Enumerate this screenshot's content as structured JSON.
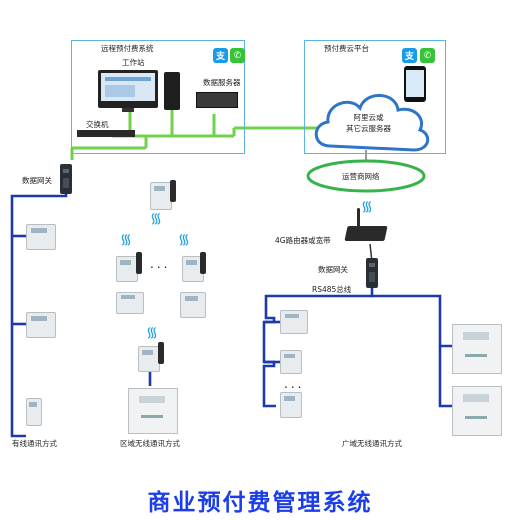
{
  "labels": {
    "remote_system": "远程预付费系统",
    "workstation": "工作站",
    "data_server": "数据服务器",
    "switch": "交换机",
    "cloud_platform": "预付费云平台",
    "cloud_server": "阿里云或\n其它云服务器",
    "carrier_network": "运营商网络",
    "router": "4G路由器或宽带",
    "data_gateway_left": "数据网关",
    "data_gateway_right": "数据网关",
    "rs485": "RS485总线",
    "wired_mode": "有线通讯方式",
    "regional_wireless": "区域无线通讯方式",
    "wide_area_wireless": "广域无线通讯方式",
    "ellipsis_a": "...",
    "ellipsis_b": "..."
  },
  "icons": {
    "alipay": "支",
    "wechat": "✆"
  },
  "title": "商业预付费管理系统",
  "colors": {
    "box_border": "#5fb3e0",
    "lan_line": "#6fd24a",
    "bus_line": "#1e3aa8",
    "carrier_ellipse": "#36b34a",
    "wifi": "#29a3dc",
    "title": "#1c3ee8"
  }
}
